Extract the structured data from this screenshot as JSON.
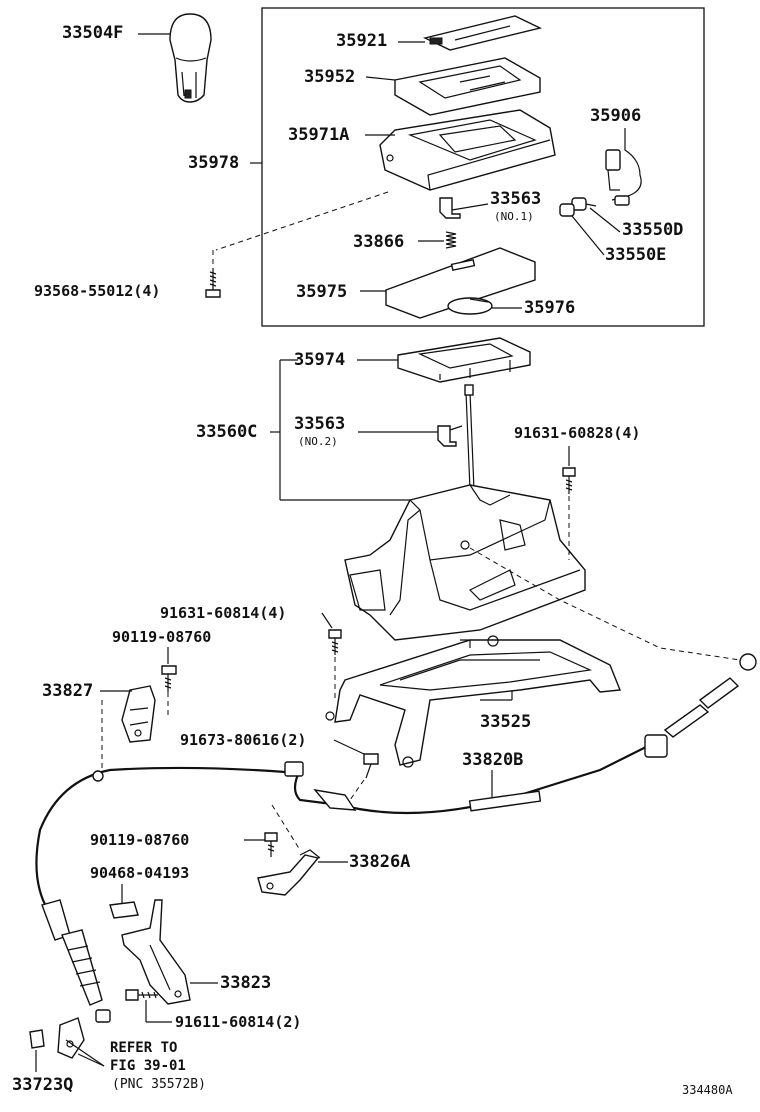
{
  "labels": {
    "p33504F": "33504F",
    "p35921": "35921",
    "p35952": "35952",
    "p35971A": "35971A",
    "p35978": "35978",
    "p35906": "35906",
    "p33563a": "33563",
    "p33563a_note": "(NO.1)",
    "p33550D": "33550D",
    "p33866": "33866",
    "p33550E": "33550E",
    "p93568": "93568-55012(4)",
    "p35975": "35975",
    "p35976": "35976",
    "p35974": "35974",
    "p33560C": "33560C",
    "p33563b": "33563",
    "p33563b_note": "(NO.2)",
    "p91631_60828": "91631-60828(4)",
    "p91631_60814": "91631-60814(4)",
    "p90119a": "90119-08760",
    "p33827": "33827",
    "p33525": "33525",
    "p91673": "91673-80616(2)",
    "p33820B": "33820B",
    "p90119b": "90119-08760",
    "p33826A": "33826A",
    "p90468": "90468-04193",
    "p33823": "33823",
    "p91611": "91611-60814(2)",
    "p33723Q": "33723Q",
    "ref_line1": "REFER TO",
    "ref_line2": "FIG 39-01",
    "ref_line3": "(PNC 35572B)",
    "diagram_code": "334480A"
  }
}
